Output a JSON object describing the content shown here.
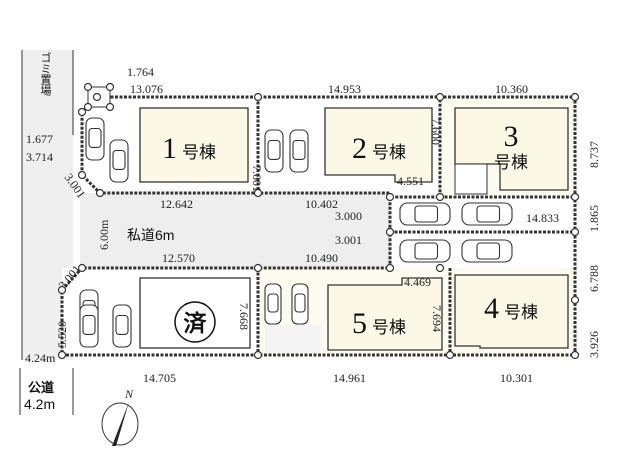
{
  "garbage_area": "ゴミ置場",
  "buildings": {
    "b1": {
      "num": "1",
      "suffix": "号棟"
    },
    "b2": {
      "num": "2",
      "suffix": "号棟"
    },
    "b3": {
      "num": "3",
      "suffix": "号棟"
    },
    "b4": {
      "num": "4",
      "suffix": "号棟"
    },
    "b5": {
      "num": "5",
      "suffix": "号棟"
    },
    "sold": "済"
  },
  "roads": {
    "private_road": "私道6m",
    "private_width": "6.00m",
    "public_road_label": "公道",
    "public_road_width": "4.2m",
    "public_setback": "4.24m"
  },
  "compass": "N",
  "dimensions": {
    "top_1": "13.076",
    "corner_1": "1.764",
    "top_2": "14.953",
    "top_3": "10.360",
    "right_3": "8.737",
    "right_mid": "1.865",
    "right_4a": "6.788",
    "right_4b": "3.926",
    "road_top_1": "12.642",
    "road_top_2": "10.402",
    "b2_step": "4.551",
    "park_1": "3.000",
    "park_len": "14.833",
    "park_2": "3.001",
    "road_bot_2": "10.490",
    "road_bot_1": "12.570",
    "b5_step": "4.469",
    "depth_1": "7.601",
    "depth_2": "7.600",
    "depth_sold": "7.668",
    "depth_5": "7.694",
    "left_a": "1.677",
    "left_b": "3.714",
    "corner_cut_top": "3.001",
    "corner_cut_bot": "3.001",
    "left_bot": "5.520",
    "bot_1": "14.705",
    "bot_2": "14.961",
    "bot_3": "10.301"
  }
}
